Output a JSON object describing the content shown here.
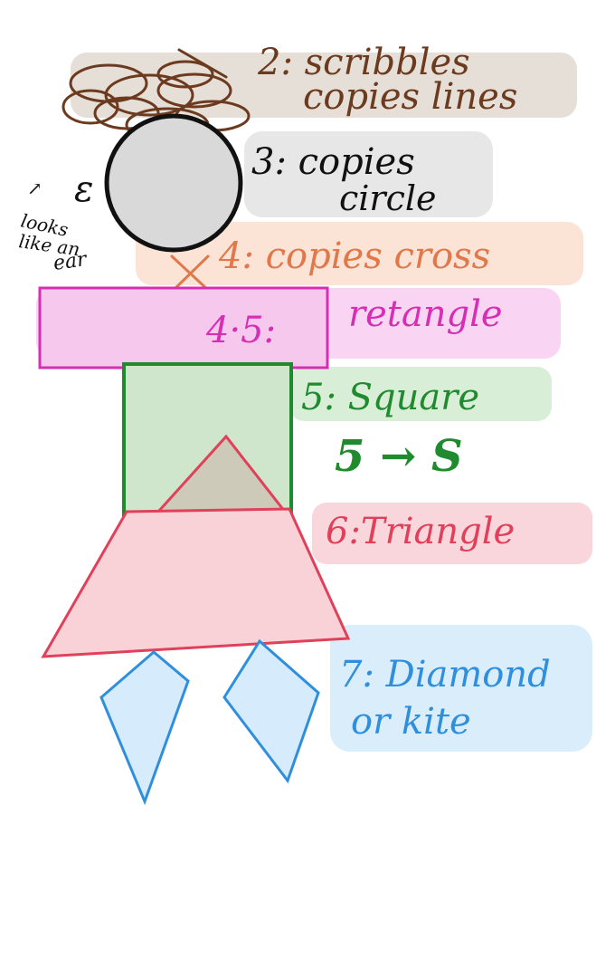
{
  "labels": {
    "scribbles_line1": "2: scribbles",
    "scribbles_line2": "copies lines",
    "circle_line1": "3: copies",
    "circle_line2": "circle",
    "ear_note_line1": "looks",
    "ear_note_line2": "like an",
    "ear_note_line3": "ear",
    "ear_glyph": "ε",
    "ear_arrow": "↗",
    "cross": "4: copies cross",
    "rectangle": "4·5:",
    "rectangle_word": "retangle",
    "square": "5: Square",
    "five_to_s": "5 → S",
    "triangle": "6:Triangle",
    "diamond_line1": "7: Diamond",
    "diamond_line2": "or kite"
  },
  "colors": {
    "brown": "#6b3a1f",
    "black": "#111111",
    "orange": "#e0784a",
    "magenta": "#d62fb4",
    "green": "#1f8a2e",
    "red": "#e0405a",
    "blue": "#2f8fdd",
    "highlight_brown": "#d9cfc3",
    "highlight_grey": "#dedede",
    "highlight_orange": "#fbe0d2",
    "highlight_pink": "#f7c8ee",
    "highlight_green": "#d4ecd2",
    "highlight_red": "#f9d2d8",
    "highlight_blue": "#d6ebfb"
  }
}
